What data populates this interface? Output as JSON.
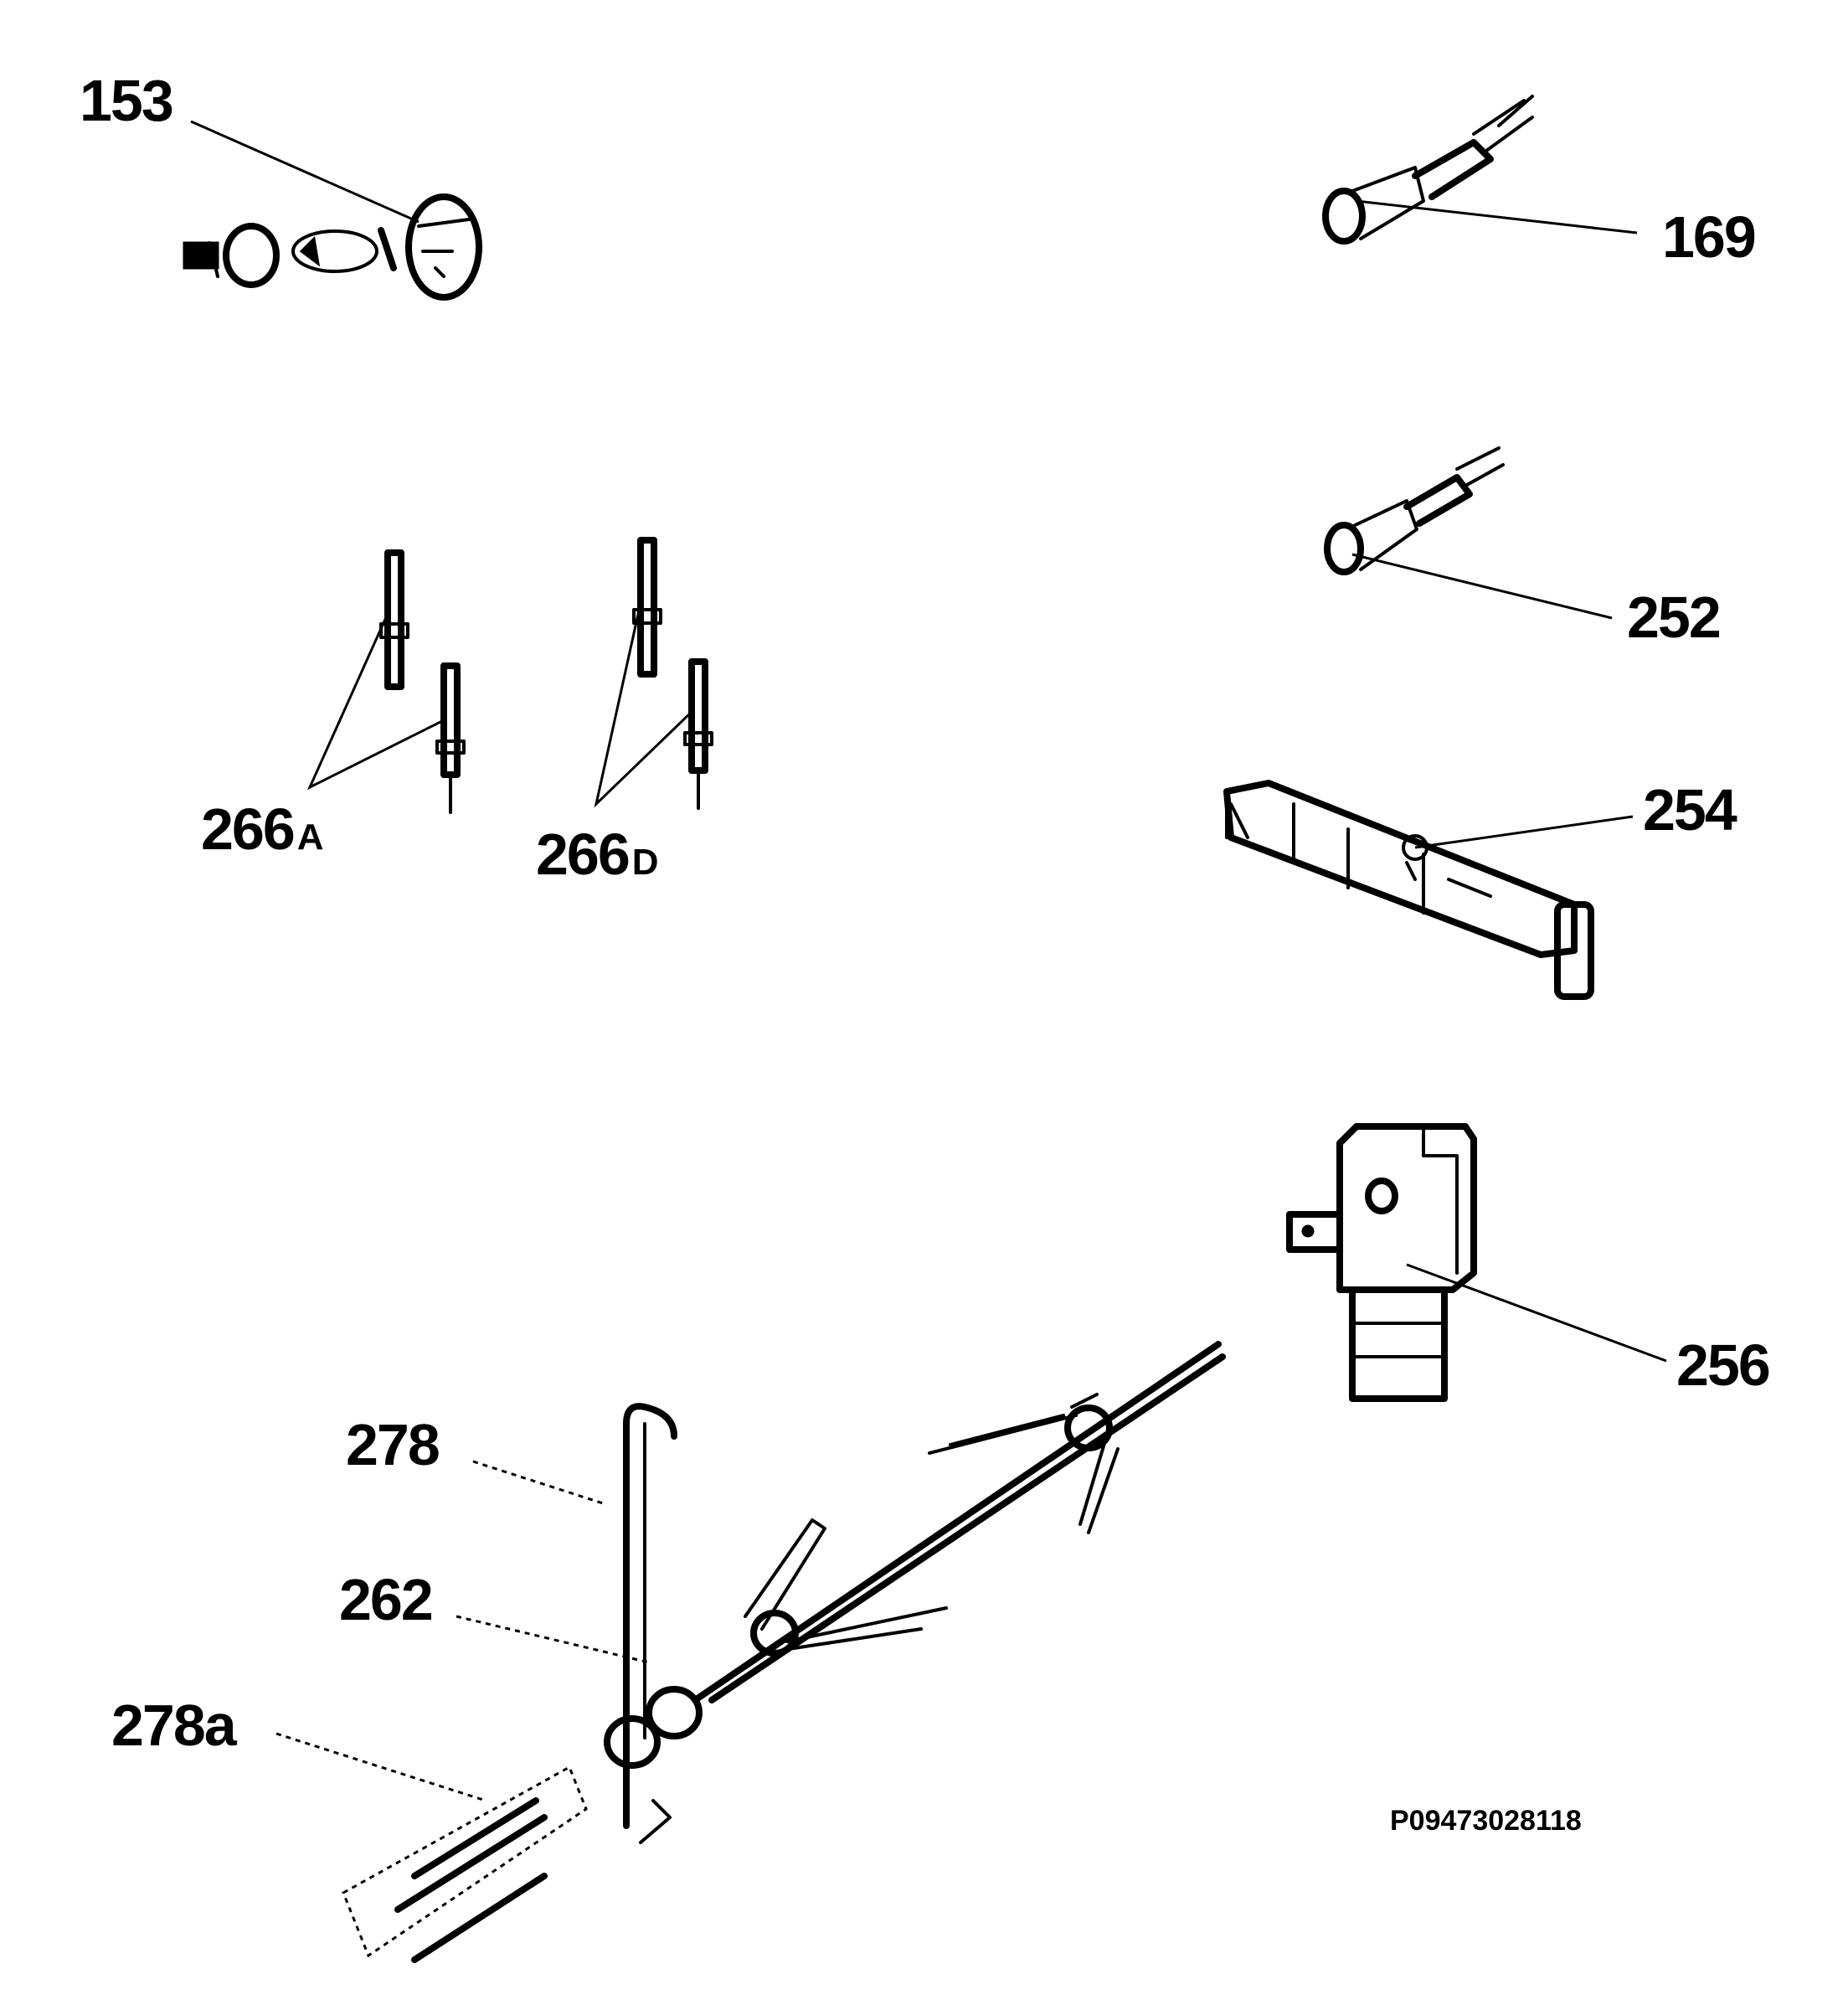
{
  "parts": [
    {
      "id": "153",
      "label": "153",
      "suffix": ""
    },
    {
      "id": "169",
      "label": "169",
      "suffix": ""
    },
    {
      "id": "252",
      "label": "252",
      "suffix": ""
    },
    {
      "id": "254",
      "label": "254",
      "suffix": ""
    },
    {
      "id": "256",
      "label": "256",
      "suffix": ""
    },
    {
      "id": "266A",
      "label": "266",
      "suffix": "A"
    },
    {
      "id": "266D",
      "label": "266",
      "suffix": "D"
    },
    {
      "id": "278",
      "label": "278",
      "suffix": ""
    },
    {
      "id": "262",
      "label": "262",
      "suffix": ""
    },
    {
      "id": "278a",
      "label": "278a",
      "suffix": ""
    }
  ],
  "drawing_code": "P09473028118"
}
